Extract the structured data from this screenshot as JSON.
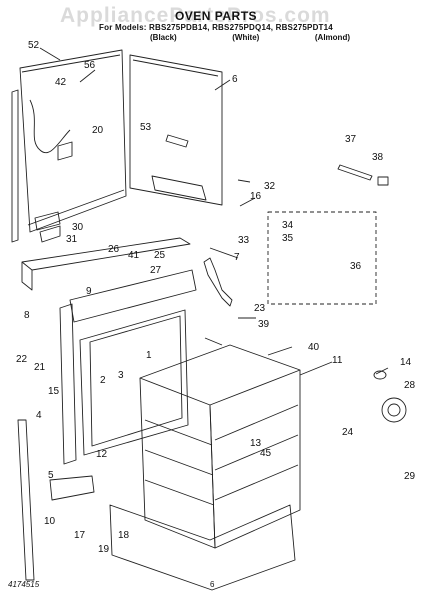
{
  "header": {
    "title": "OVEN PARTS",
    "watermark": "AppliancePartsPros.com",
    "models": "For Models: RBS275PDB14, RBS275PDQ14, RBS275PDT14",
    "variants": [
      "(Black)",
      "(White)",
      "(Almond)"
    ]
  },
  "footer": {
    "part_number": "4174515",
    "page": "6"
  },
  "callouts": [
    "52",
    "42",
    "56",
    "20",
    "53",
    "6",
    "37",
    "38",
    "32",
    "16",
    "30",
    "31",
    "26",
    "41",
    "25",
    "33",
    "34",
    "35",
    "36",
    "27",
    "7",
    "9",
    "8",
    "23",
    "39",
    "1",
    "40",
    "11",
    "14",
    "22",
    "21",
    "15",
    "2",
    "3",
    "28",
    "4",
    "12",
    "24",
    "13",
    "45",
    "5",
    "29",
    "10",
    "17",
    "18",
    "19"
  ]
}
